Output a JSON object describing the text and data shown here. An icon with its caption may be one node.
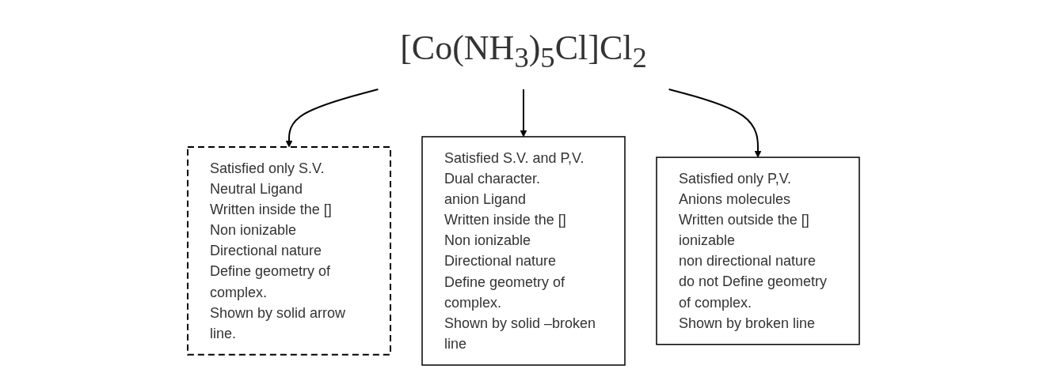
{
  "diagram": {
    "nodes": [
      {
        "text": [
          "[Co(NH$_{3}$)$_{5}$Cl]Cl$_{2}$"
        ]
      },
      {
        "text": [
          "Satisfied only S.V.",
          "Neutral Ligand",
          "Written inside the []",
          "Non ionizable",
          "Directional nature",
          "Define geometry of complex.",
          "Shown by solid arrow line."
        ]
      },
      {
        "text": [
          "Satisfied S.V. and P,V.",
          "Dual character.",
          "anion Ligand",
          "Written inside the []",
          "Non ionizable",
          "Directional nature",
          "Define geometry of complex.",
          "Shown by solid –broken line"
        ]
      },
      {
        "text": [
          "Satisfied only P,V.",
          "Anions molecules",
          "Written outside the []",
          "ionizable",
          "non directional nature",
          "do not Define geometry of complex.",
          "Shown by broken line"
        ]
      }
    ],
    "edges": [
      {
        "from": 0,
        "to": 1,
        "arrow": "to"
      },
      {
        "from": 0,
        "to": 2,
        "arrow": "to"
      },
      {
        "from": 0,
        "to": 3,
        "arrow": "to"
      }
    ]
  }
}
